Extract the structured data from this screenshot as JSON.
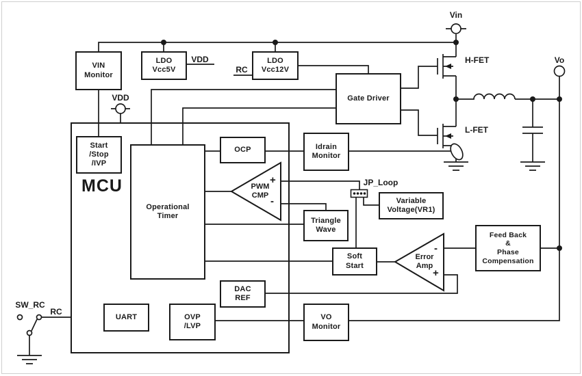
{
  "nets": {
    "vin": "Vin",
    "vo": "Vo",
    "vdd_rail": "VDD",
    "vdd_out": "VDD",
    "rc_in": "RC",
    "rc_switch": "RC",
    "sw_rc": "SW_RC",
    "jp_loop": "JP_Loop",
    "h_fet": "H-FET",
    "l_fet": "L-FET",
    "mcu": "MCU"
  },
  "blocks": {
    "vin_monitor": {
      "label": "VIN\nMonitor"
    },
    "ldo_5v": {
      "label": "LDO\nVcc5V"
    },
    "ldo_12v": {
      "label": "LDO\nVcc12V"
    },
    "gate_driver": {
      "label": "Gate Driver"
    },
    "start_stop_ivp": {
      "label": "Start\n/Stop\n/IVP"
    },
    "operational_timer": {
      "label": "Operational\nTimer"
    },
    "ocp": {
      "label": "OCP"
    },
    "idrain_monitor": {
      "label": "Idrain\nMonitor"
    },
    "triangle_wave": {
      "label": "Triangle\nWave"
    },
    "variable_voltage": {
      "label": "Variable\nVoltage(VR1)"
    },
    "soft_start": {
      "label": "Soft\nStart"
    },
    "dac_ref": {
      "label": "DAC\nREF"
    },
    "uart": {
      "label": "UART"
    },
    "ovp_lvp": {
      "label": "OVP\n/LVP"
    },
    "vo_monitor": {
      "label": "VO\nMonitor"
    },
    "feedback": {
      "label": "Feed Back\n&\nPhase\nCompensation"
    },
    "pwm_cmp": {
      "label": "PWM\nCMP",
      "plus": "+",
      "minus": "-"
    },
    "error_amp": {
      "label": "Error\nAmp",
      "plus": "+",
      "minus": "-"
    }
  },
  "colors": {
    "line": "#1a1a1a",
    "background": "#ffffff",
    "frame": "#cfcfcf"
  }
}
